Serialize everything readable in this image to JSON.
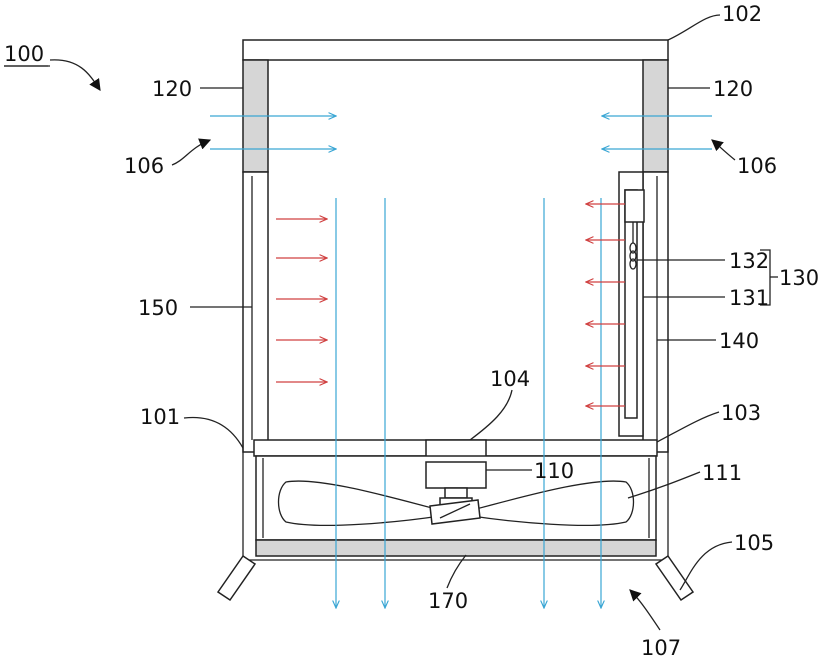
{
  "labels": {
    "device": "100",
    "frame": "101",
    "top_plate": "102",
    "partition": "103",
    "opening": "104",
    "legs": "105",
    "inlet_left": "106",
    "inlet_right": "106",
    "outlet": "107",
    "motor": "110",
    "fan": "111",
    "filter_left": "120",
    "filter_right": "120",
    "emitter_assembly": "130",
    "emitter_housing": "131",
    "emitter_coil": "132",
    "side_panel_right": "140",
    "side_panel_left": "150",
    "bottom_filter": "170"
  },
  "colors": {
    "airflow": "#3aa6d4",
    "heat": "#d04040",
    "filter_fill": "#d6d6d6",
    "outline": "#222222"
  }
}
